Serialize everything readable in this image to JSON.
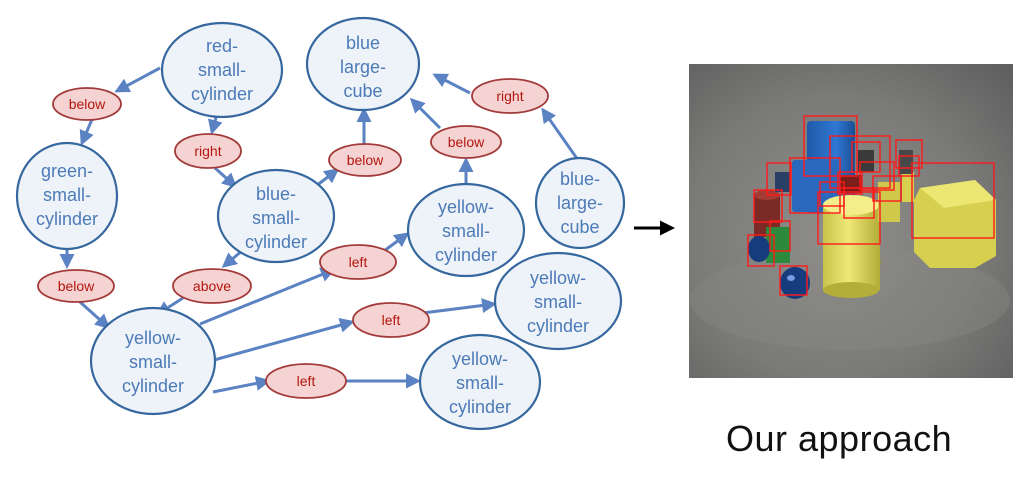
{
  "colors": {
    "node_fill": "#eef3f9",
    "node_stroke": "#36679e",
    "node_text": "#4d7bb7",
    "relation_fill": "#f6d3d3",
    "relation_stroke": "#a33a3a",
    "relation_text": "#b3160e",
    "edge": "#5b82c2",
    "scene_box": "#ff1a1a"
  },
  "nodes": [
    {
      "id": "red-small-cylinder-1",
      "lines": [
        "red-",
        "small-",
        "cylinder"
      ]
    },
    {
      "id": "blue-large-cube-1",
      "lines": [
        "blue",
        "large-",
        "cube"
      ]
    },
    {
      "id": "green-small-cylinder-1",
      "lines": [
        "green-",
        "small-",
        "cylinder"
      ]
    },
    {
      "id": "blue-small-cylinder-1",
      "lines": [
        "blue-",
        "small-",
        "cylinder"
      ]
    },
    {
      "id": "yellow-small-cylinder-1",
      "lines": [
        "yellow-",
        "small-",
        "cylinder"
      ]
    },
    {
      "id": "blue-large-cube-2",
      "lines": [
        "blue-",
        "large-",
        "cube"
      ]
    },
    {
      "id": "yellow-small-cylinder-2",
      "lines": [
        "yellow-",
        "small-",
        "cylinder"
      ]
    },
    {
      "id": "yellow-small-cylinder-3",
      "lines": [
        "yellow-",
        "small-",
        "cylinder"
      ]
    },
    {
      "id": "yellow-small-cylinder-4",
      "lines": [
        "yellow-",
        "small-",
        "cylinder"
      ]
    }
  ],
  "relations": [
    {
      "id": "below-1",
      "label": "below"
    },
    {
      "id": "right-1",
      "label": "right"
    },
    {
      "id": "below-2",
      "label": "below"
    },
    {
      "id": "below-3",
      "label": "below"
    },
    {
      "id": "right-2",
      "label": "right"
    },
    {
      "id": "below-4",
      "label": "below"
    },
    {
      "id": "above-1",
      "label": "above"
    },
    {
      "id": "left-1",
      "label": "left"
    },
    {
      "id": "left-2",
      "label": "left"
    },
    {
      "id": "left-3",
      "label": "left"
    }
  ],
  "caption": "Our approach"
}
